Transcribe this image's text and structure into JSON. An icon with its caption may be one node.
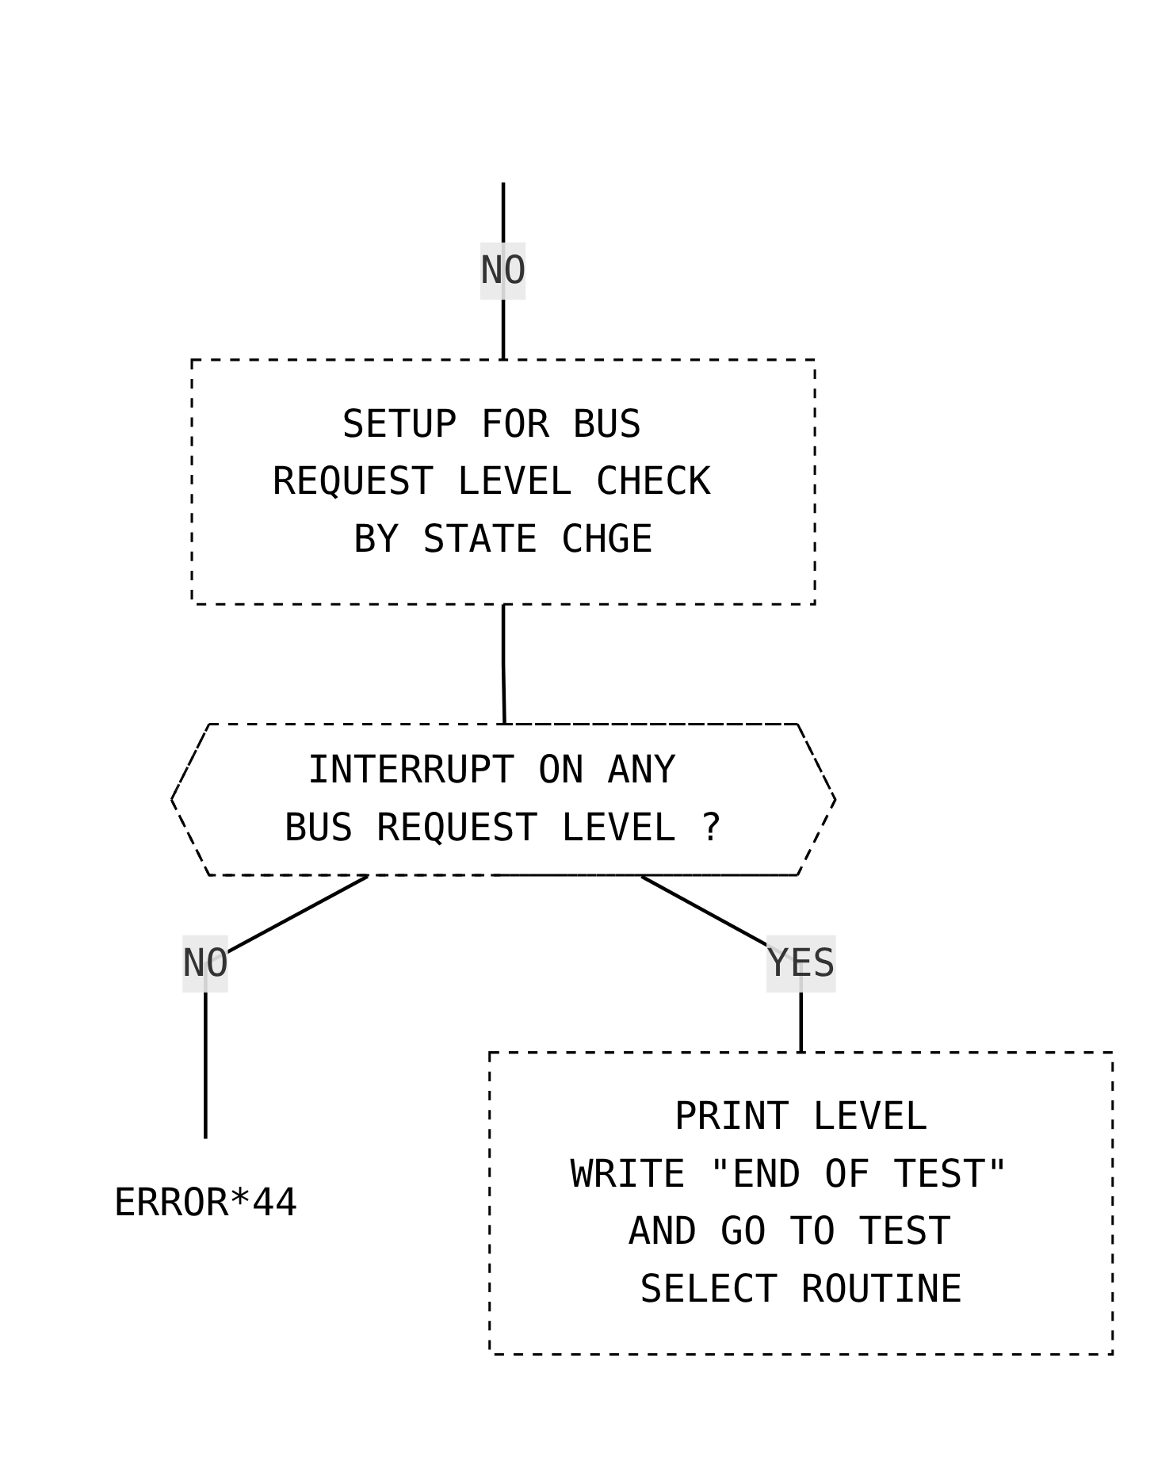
{
  "diagram": {
    "nodes": [
      {
        "text": [
          "SETUP FOR BUS REQUEST LEVEL CHECK BY STATE CHGE"
        ]
      },
      {
        "text": [
          "INTERRUPT ON ANY BUS REQUEST LEVEL ?"
        ]
      },
      {
        "text": [
          "ERROR*44"
        ]
      },
      {
        "text": [
          "PRINT LEVEL",
          "WRITE \"END OF TEST\" AND GO TO TEST SELECT ROUTINE"
        ]
      }
    ],
    "edges": [
      {
        "from": null,
        "to": 0,
        "arrow": "none",
        "label": "NO"
      },
      {
        "from": 0,
        "to": 1,
        "arrow": "none"
      },
      {
        "from": 1,
        "to": 2,
        "arrow": "none",
        "label": "NO"
      },
      {
        "from": 1,
        "to": 3,
        "arrow": "none",
        "label": "YES"
      }
    ]
  }
}
